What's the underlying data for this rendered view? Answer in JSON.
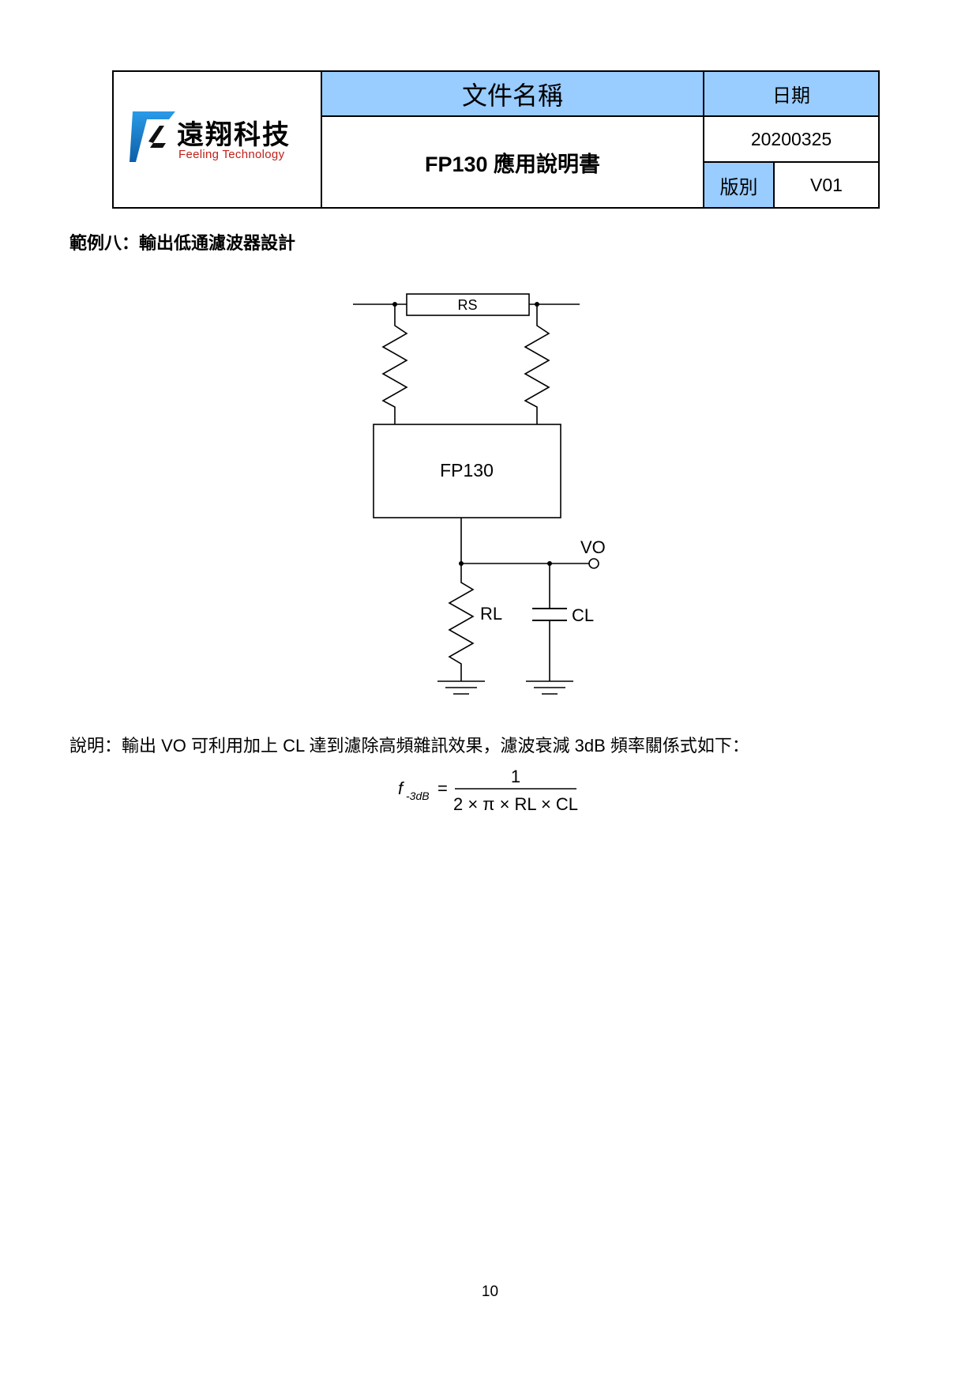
{
  "header": {
    "logo_cn": "遠翔科技",
    "logo_en": "Feeling Technology",
    "doc_name_title": "文件名稱",
    "doc_name": "FP130 應用說明書",
    "date_title": "日期",
    "date": "20200325",
    "version_title": "版別",
    "version": "V01"
  },
  "section_heading": "範例八：輸出低通濾波器設計",
  "circuit": {
    "rs_label": "RS",
    "chip_label": "FP130",
    "vo_label": "VO",
    "rl_label": "RL",
    "cl_label": "CL"
  },
  "description": "說明：輸出 VO 可利用加上 CL 達到濾除高頻雜訊效果，濾波衰減 3dB 頻率關係式如下：",
  "formula": {
    "lhs_symbol": "f",
    "lhs_subscript": "-3dB",
    "equals": "=",
    "numerator": "1",
    "denominator": "2 × π × RL × CL"
  },
  "page_number": "10",
  "colors": {
    "header_blue": "#99ccff",
    "logo_red": "#c0201a",
    "logo_blue": "#1e7fd0"
  }
}
